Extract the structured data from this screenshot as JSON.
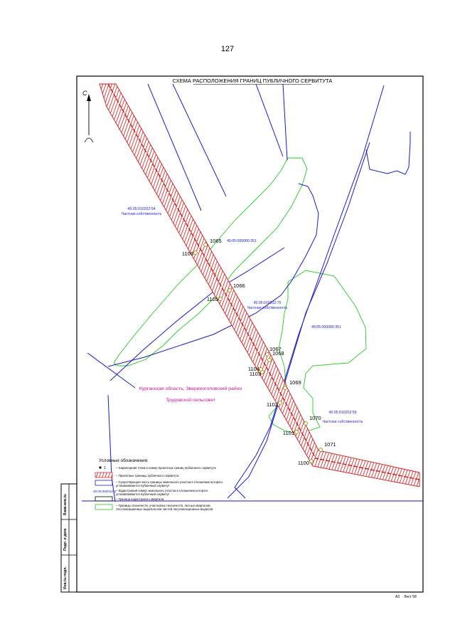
{
  "page_number": "127",
  "title": "СХЕМА РАСПОЛОЖЕНИЯ ГРАНИЦ ПУБЛИЧНОГО СЕРВИТУТА",
  "north_label": "С",
  "parcels": [
    {
      "number": "45:05:010202:54",
      "ownership": "Частная собственность"
    },
    {
      "number": "45:05:000000:351"
    },
    {
      "number": "45:05:010202:75",
      "ownership": "Частная собственность"
    },
    {
      "number": "45:05:000000:351"
    },
    {
      "number": "45:05:010202:59",
      "ownership": "Частная собственность"
    }
  ],
  "location": {
    "line1": "Курганская область, Звериноголовский район",
    "line2": "Трудовской сельсовет"
  },
  "points": [
    "1065",
    "1106",
    "1066",
    "1105",
    "1067",
    "1068",
    "1104",
    "1103",
    "1069",
    "1102",
    "1070",
    "1101",
    "1071",
    "1100"
  ],
  "legend": {
    "heading": "Условные обозначения:",
    "items": [
      {
        "symbol": "1",
        "text": "– Характерная точка и номер проектных границ публичного сервитута"
      },
      {
        "text": "– Проектные границы публичного сервитута"
      },
      {
        "text": "– Существующая часть границы земельного участка в отношении которого устанавливается публичный сервитут"
      },
      {
        "symbol": "45:05:052012:3",
        "text": "– Кадастровый номер земельного участка в отношении которого устанавливается публичный сервитут"
      },
      {
        "text": "– Граница кадастрового квартала"
      },
      {
        "text": "– Границы лесничеств, участковых лесничеств, лесных кварталов, лесотаксационных выделов или частей лесотаксационных выделов"
      }
    ]
  },
  "side_stamp": [
    "Взам.инв.№",
    "Подп. и дата",
    "Инв.№ подл."
  ],
  "footer": {
    "format": "А3",
    "sheet": "Лист 58"
  },
  "colors": {
    "servitude_red": "#d01818",
    "parcel_blue": "#1a1acc",
    "quarter_black": "#000000",
    "forest_green": "#22cc22",
    "location_magenta": "#cc1199",
    "point_olive": "#8a8a00"
  }
}
